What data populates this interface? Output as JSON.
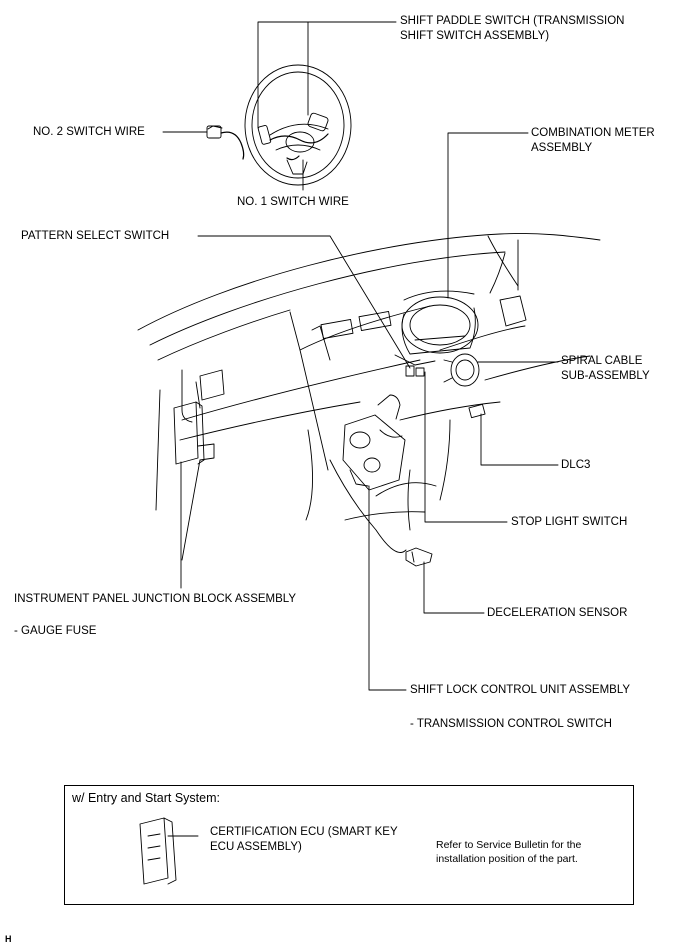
{
  "labels": {
    "shift_paddle_switch": "SHIFT PADDLE SWITCH (TRANSMISSION SHIFT SWITCH ASSEMBLY)",
    "no2_switch_wire": "NO. 2 SWITCH WIRE",
    "no1_switch_wire": "NO. 1 SWITCH WIRE",
    "combination_meter": "COMBINATION METER ASSEMBLY",
    "pattern_select_switch": "PATTERN SELECT SWITCH",
    "spiral_cable": "SPIRAL CABLE SUB-ASSEMBLY",
    "dlc3": "DLC3",
    "stop_light_switch": "STOP LIGHT SWITCH",
    "instrument_panel_jb": "INSTRUMENT PANEL JUNCTION BLOCK ASSEMBLY",
    "gauge_fuse": "- GAUGE FUSE",
    "deceleration_sensor": "DECELERATION SENSOR",
    "shift_lock_control": "SHIFT LOCK CONTROL UNIT ASSEMBLY",
    "transmission_control_switch": "- TRANSMISSION CONTROL SWITCH"
  },
  "inset": {
    "title": "w/ Entry and Start System:",
    "certification_ecu": "CERTIFICATION ECU (SMART KEY ECU ASSEMBLY)",
    "note": "Refer to Service Bulletin for the installation position of the part."
  },
  "corner_mark": "H"
}
